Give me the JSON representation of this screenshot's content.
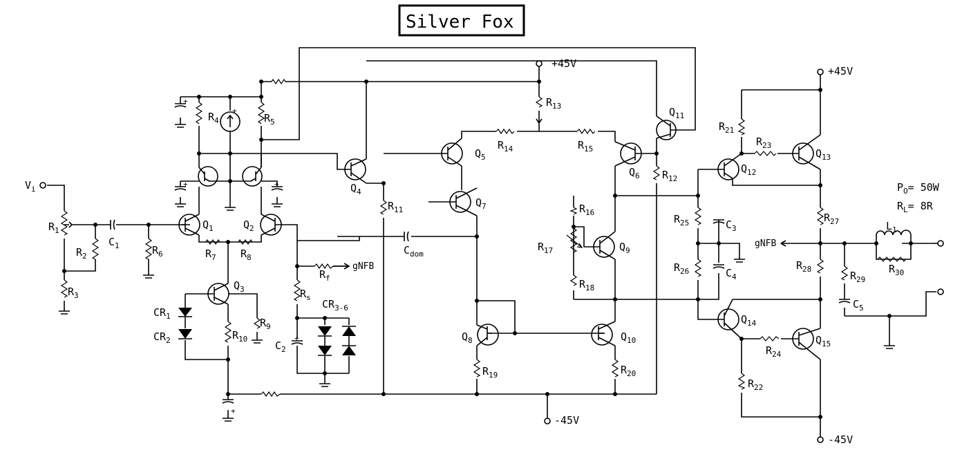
{
  "title": "Silver Fox",
  "specs": {
    "po_label": "P",
    "po_sub": "O",
    "po_value": "= 50W",
    "rl_label": "R",
    "rl_sub": "L",
    "rl_value": "= 8R"
  },
  "rails": {
    "pos": "+45V",
    "neg": "-45V"
  },
  "gnfb": "gNFB",
  "labels": [
    {
      "id": "vi",
      "main": "V",
      "sub": "i"
    },
    {
      "id": "r1",
      "main": "R",
      "sub": "1"
    },
    {
      "id": "r2",
      "main": "R",
      "sub": "2"
    },
    {
      "id": "r3",
      "main": "R",
      "sub": "3"
    },
    {
      "id": "c1",
      "main": "C",
      "sub": "1"
    },
    {
      "id": "r6",
      "main": "R",
      "sub": "6"
    },
    {
      "id": "r4",
      "main": "R",
      "sub": "4"
    },
    {
      "id": "r5",
      "main": "R",
      "sub": "5"
    },
    {
      "id": "q1",
      "main": "Q",
      "sub": "1"
    },
    {
      "id": "q2",
      "main": "Q",
      "sub": "2"
    },
    {
      "id": "r7",
      "main": "R",
      "sub": "7"
    },
    {
      "id": "r8",
      "main": "R",
      "sub": "8"
    },
    {
      "id": "q3",
      "main": "Q",
      "sub": "3"
    },
    {
      "id": "cr1",
      "main": "CR",
      "sub": "1"
    },
    {
      "id": "cr2",
      "main": "CR",
      "sub": "2"
    },
    {
      "id": "r10",
      "main": "R",
      "sub": "10"
    },
    {
      "id": "r9",
      "main": "R",
      "sub": "9"
    },
    {
      "id": "rs",
      "main": "R",
      "sub": "s"
    },
    {
      "id": "rf",
      "main": "R",
      "sub": "f"
    },
    {
      "id": "c2",
      "main": "C",
      "sub": "2"
    },
    {
      "id": "cr36",
      "main": "CR",
      "sub": "3-6"
    },
    {
      "id": "q4",
      "main": "Q",
      "sub": "4"
    },
    {
      "id": "r11",
      "main": "R",
      "sub": "11"
    },
    {
      "id": "cdom",
      "main": "C",
      "sub": "dom"
    },
    {
      "id": "q5",
      "main": "Q",
      "sub": "5"
    },
    {
      "id": "q7",
      "main": "Q",
      "sub": "7"
    },
    {
      "id": "r13",
      "main": "R",
      "sub": "13"
    },
    {
      "id": "r14",
      "main": "R",
      "sub": "14"
    },
    {
      "id": "r15",
      "main": "R",
      "sub": "15"
    },
    {
      "id": "q6",
      "main": "Q",
      "sub": "6"
    },
    {
      "id": "q11",
      "main": "Q",
      "sub": "11"
    },
    {
      "id": "r12",
      "main": "R",
      "sub": "12"
    },
    {
      "id": "r16",
      "main": "R",
      "sub": "16"
    },
    {
      "id": "r17",
      "main": "R",
      "sub": "17"
    },
    {
      "id": "r18",
      "main": "R",
      "sub": "18"
    },
    {
      "id": "q9",
      "main": "Q",
      "sub": "9"
    },
    {
      "id": "q8",
      "main": "Q",
      "sub": "8"
    },
    {
      "id": "q10",
      "main": "Q",
      "sub": "10"
    },
    {
      "id": "r19",
      "main": "R",
      "sub": "19"
    },
    {
      "id": "r20",
      "main": "R",
      "sub": "20"
    },
    {
      "id": "r25",
      "main": "R",
      "sub": "25"
    },
    {
      "id": "r26",
      "main": "R",
      "sub": "26"
    },
    {
      "id": "c3",
      "main": "C",
      "sub": "3"
    },
    {
      "id": "c4",
      "main": "C",
      "sub": "4"
    },
    {
      "id": "q12",
      "main": "Q",
      "sub": "12"
    },
    {
      "id": "q13",
      "main": "Q",
      "sub": "13"
    },
    {
      "id": "r21",
      "main": "R",
      "sub": "21"
    },
    {
      "id": "r23",
      "main": "R",
      "sub": "23"
    },
    {
      "id": "r27",
      "main": "R",
      "sub": "27"
    },
    {
      "id": "r28",
      "main": "R",
      "sub": "28"
    },
    {
      "id": "q14",
      "main": "Q",
      "sub": "14"
    },
    {
      "id": "q15",
      "main": "Q",
      "sub": "15"
    },
    {
      "id": "r24",
      "main": "R",
      "sub": "24"
    },
    {
      "id": "r22",
      "main": "R",
      "sub": "22"
    },
    {
      "id": "l1",
      "main": "L",
      "sub": "1"
    },
    {
      "id": "r30",
      "main": "R",
      "sub": "30"
    },
    {
      "id": "r29",
      "main": "R",
      "sub": "29"
    },
    {
      "id": "c5",
      "main": "C",
      "sub": "5"
    }
  ]
}
